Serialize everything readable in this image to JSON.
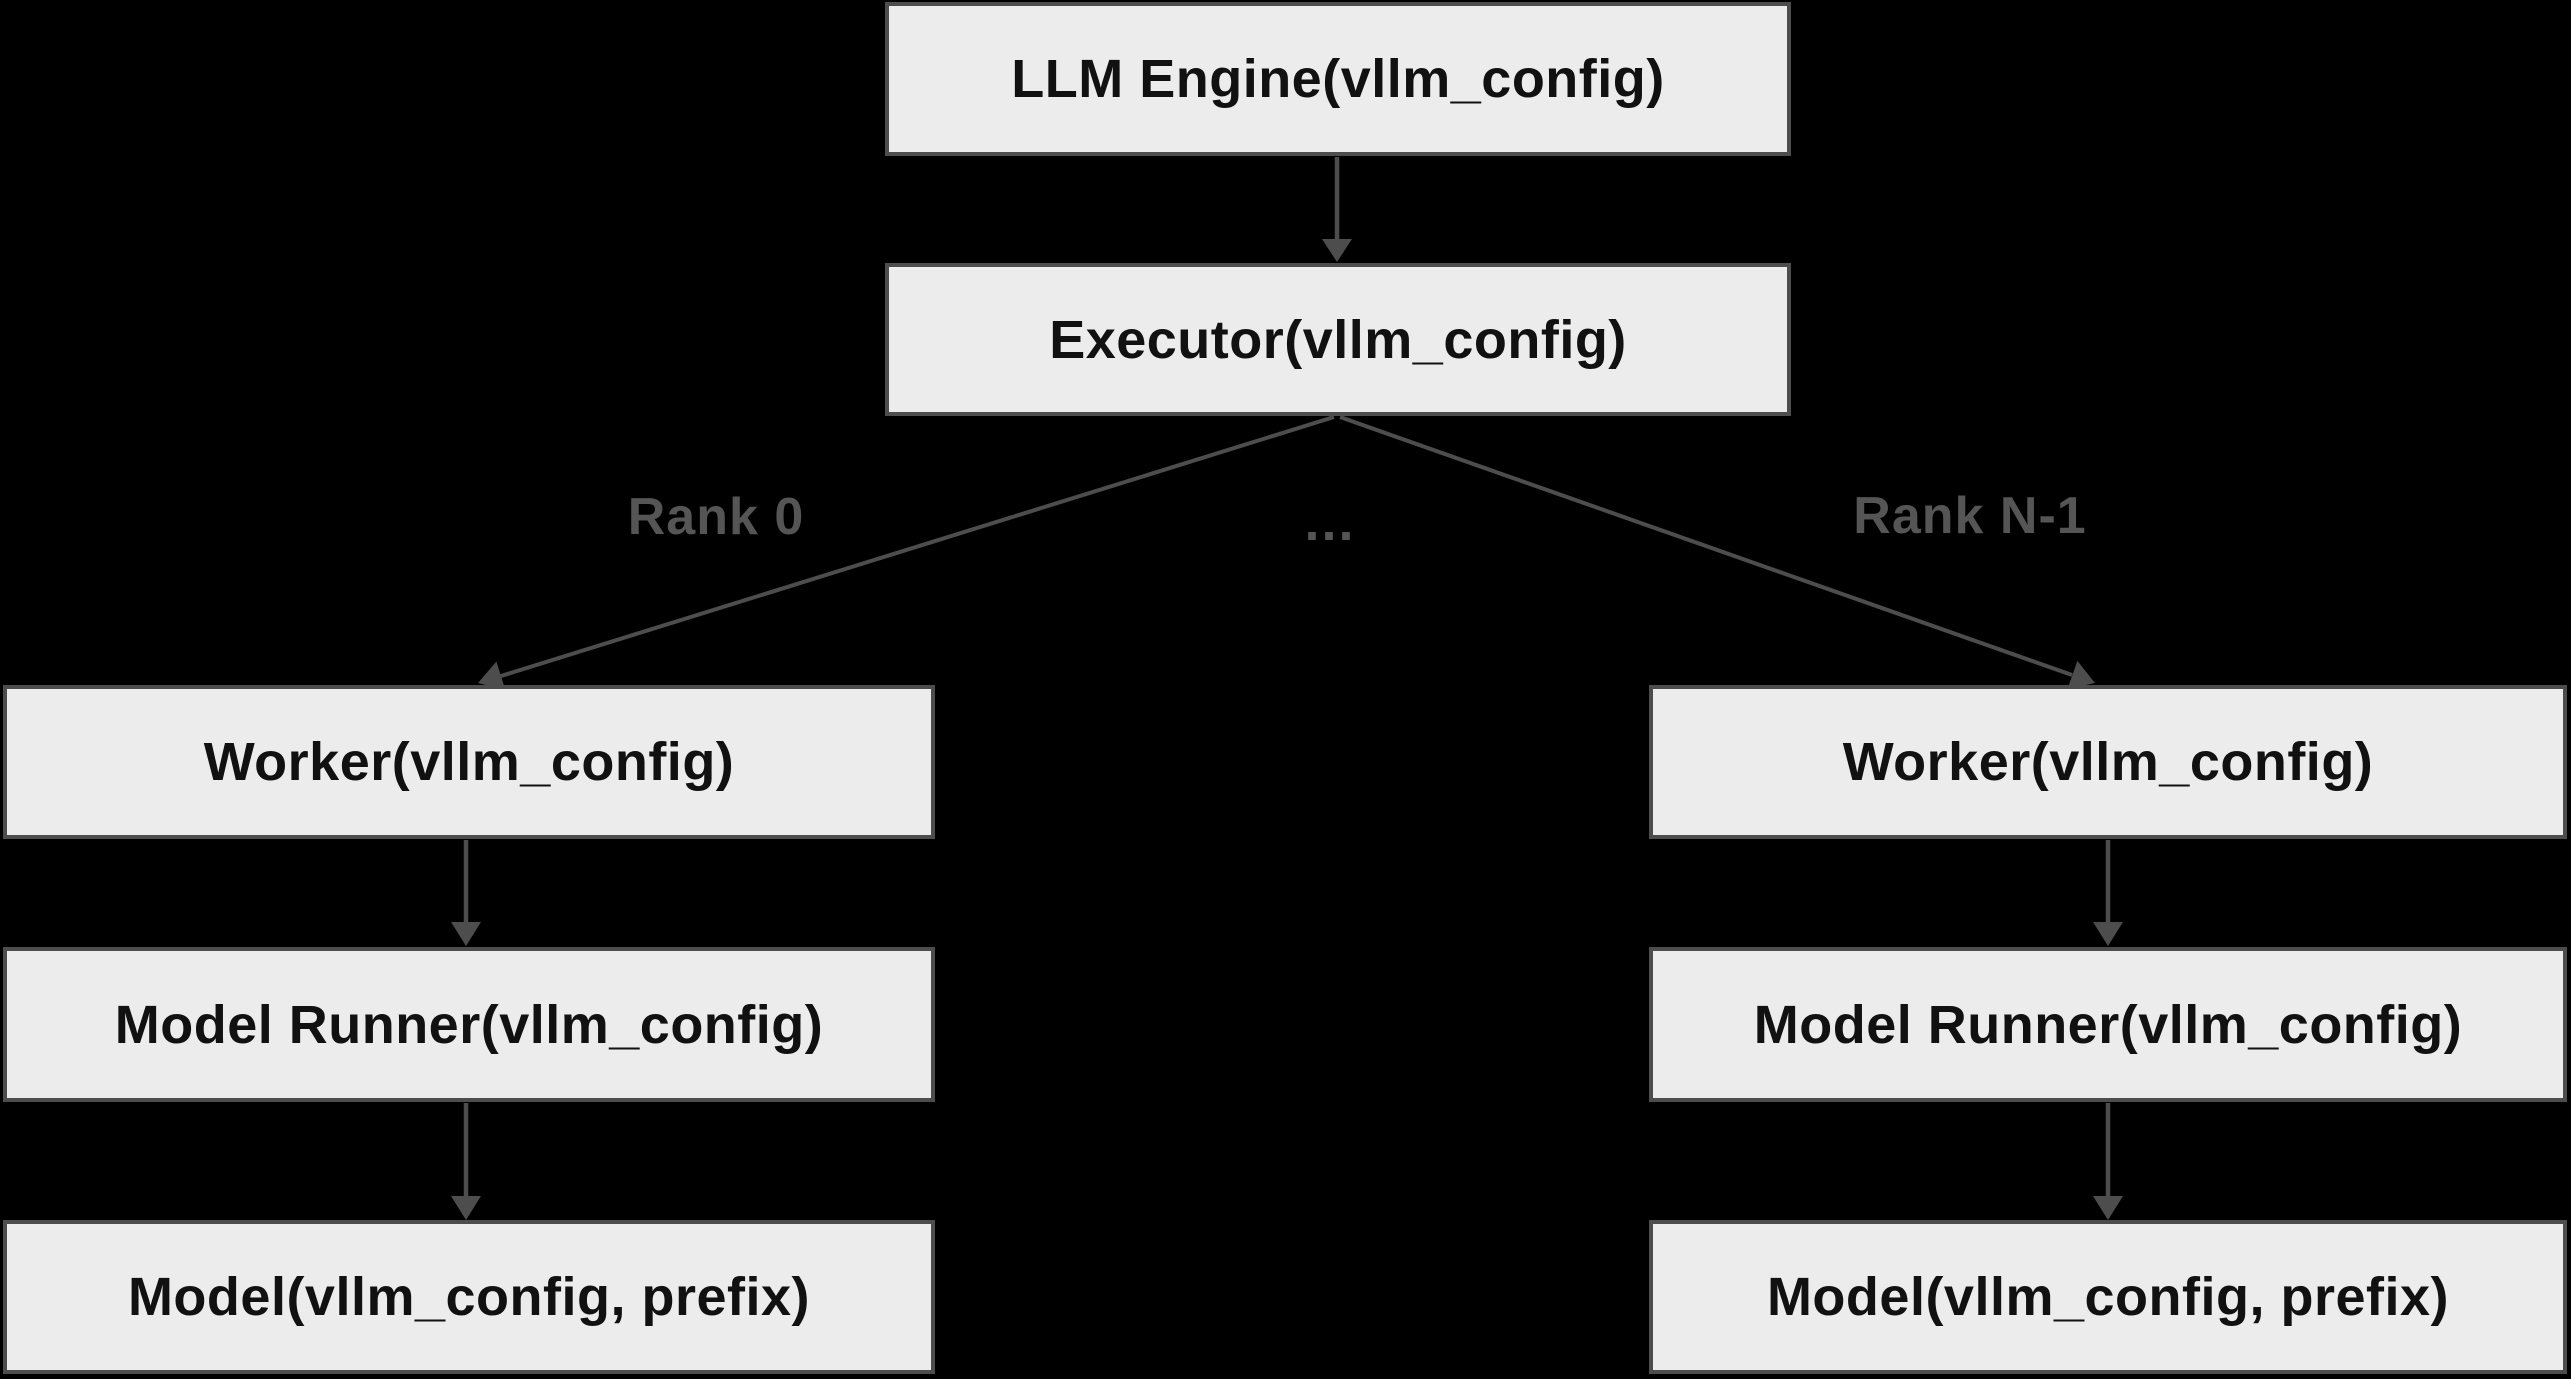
{
  "diagram": {
    "nodes": {
      "llm_engine": {
        "label": "LLM Engine(vllm_config)"
      },
      "executor": {
        "label": "Executor(vllm_config)"
      },
      "worker_left": {
        "label": "Worker(vllm_config)"
      },
      "model_runner_left": {
        "label": "Model Runner(vllm_config)"
      },
      "model_left": {
        "label": "Model(vllm_config, prefix)"
      },
      "worker_right": {
        "label": "Worker(vllm_config)"
      },
      "model_runner_right": {
        "label": "Model Runner(vllm_config)"
      },
      "model_right": {
        "label": "Model(vllm_config, prefix)"
      }
    },
    "edge_labels": {
      "rank_0": "Rank 0",
      "ellipsis": "...",
      "rank_n_1": "Rank N-1"
    },
    "colors": {
      "background": "#000000",
      "node-fill": "#ececec",
      "node-border": "#4d4d4d",
      "node-text": "#111111",
      "edge": "#4d4d4d",
      "edge-label": "#555555"
    }
  }
}
